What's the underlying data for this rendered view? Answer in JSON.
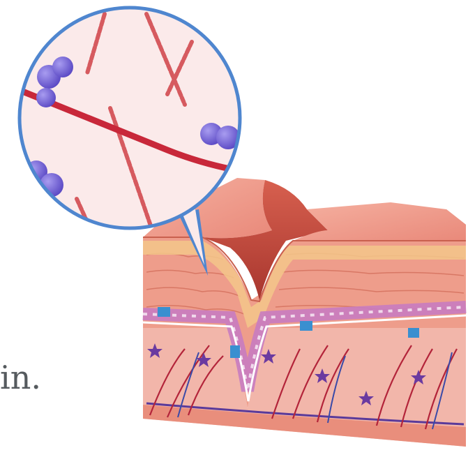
{
  "caption": {
    "fragment": "in."
  },
  "colors": {
    "background": "#ffffff",
    "caption_text": "#555a5e",
    "magnifier_ring": "#4f86cf",
    "magnifier_fill": "#fbeaea",
    "blood_vessel": "#c8283a",
    "collagen_fiber": "#d65a5f",
    "skin_surface": "#eb8b7c",
    "skin_surface_light": "#f3a99a",
    "skin_side": "#e47d6d",
    "wrinkle_shadow": "#c44a3c",
    "stratum_yellow": "#f1c07e",
    "basal_cells": "#c77cc0",
    "melanocyte": "#3a8fd0",
    "dermis": "#f3b4a8",
    "dermal_vessels": "#b3243a",
    "fibroblast_star": "#6a3aa0",
    "immune_cell": "#6d5dd1"
  },
  "icons": [
    "magnifier-lens",
    "blood-vessel",
    "collagen-fiber",
    "immune-cell",
    "skin-block",
    "wrinkle",
    "melanocyte",
    "fibroblast"
  ]
}
